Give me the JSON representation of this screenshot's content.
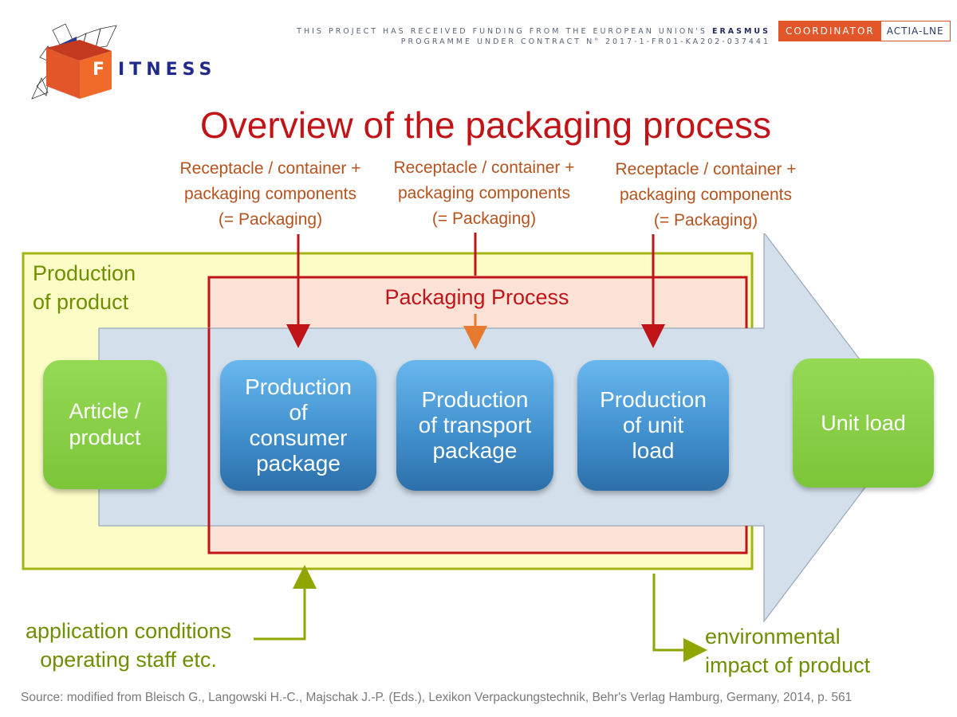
{
  "header": {
    "funding_line1_prefix": "THIS PROJECT HAS RECEIVED FUNDING FROM THE EUROPEAN UNION'S",
    "funding_line1_bold": "ERASMUS",
    "funding_line2": "PROGRAMME UNDER CONTRACT N° 2017-1-FR01-KA202-037441",
    "coordinator_label": "COORDINATOR",
    "coordinator_name": "ACTIA-LNE"
  },
  "logo": {
    "letter": "F",
    "rest": "ITNESS"
  },
  "title": "Overview of the packaging process",
  "inputs": [
    {
      "line1": "Receptacle / container +",
      "line2": "packaging components",
      "line3": "(= Packaging)"
    },
    {
      "line1": "Receptacle / container +",
      "line2": "packaging components",
      "line3": "(= Packaging)"
    },
    {
      "line1": "Receptacle / container +",
      "line2": "packaging components",
      "line3": "(= Packaging)"
    }
  ],
  "production_of_product": "Production\nof product",
  "packaging_process": "Packaging Process",
  "nodes": {
    "article": "Article /\nproduct",
    "consumer": "Production\nof\nconsumer\npackage",
    "transport": "Production\nof transport\npackage",
    "unit_load_prod": "Production\nof unit\nload",
    "unit_load": "Unit load"
  },
  "application_conditions": {
    "line1": "application conditions",
    "line2": "operating staff etc."
  },
  "environmental_impact": {
    "line1": "environmental",
    "line2": "impact of product"
  },
  "source": "Source:  modified from Bleisch G., Langowski H.-C., Majschak J.-P. (Eds.), Lexikon Verpackungstechnik, Behr's Verlag Hamburg, Germany, 2014, p. 561",
  "colors": {
    "title_red": "#c01418",
    "input_orange": "#b5531e",
    "olive_green": "#8fa600",
    "arrow_fill": "#d3e0ec",
    "yellow_fill": "#fbfcc6",
    "salmon_fill": "#fae2d6",
    "node_green": "#87cf45",
    "node_blue": "#4a97d4",
    "accent_orange": "#e3562a"
  }
}
